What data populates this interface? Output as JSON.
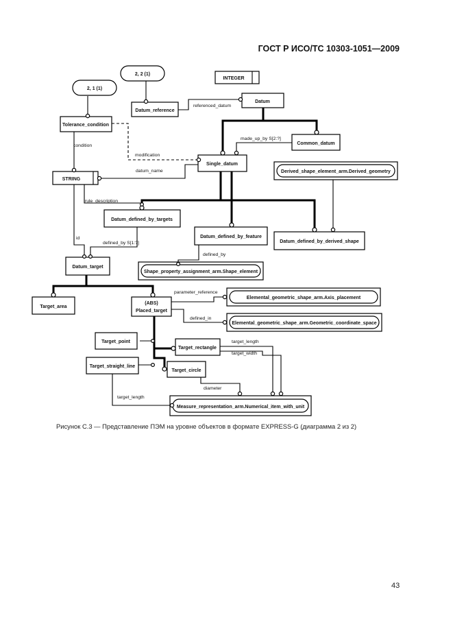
{
  "header": "ГОСТ Р ИСО/ТС 10303-1051—2009",
  "page_number": "43",
  "caption": "Рисунок С.3 — Представление ПЭМ на уровне объектов в формате EXPRESS-G (диаграмма 2 из 2)",
  "diagram": {
    "page_refs": {
      "ref_21": "2, 1 (1)",
      "ref_22": "2, 2 (1)"
    },
    "boxes": {
      "integer": "INTEGER",
      "datum_reference": "Datum_reference",
      "datum": "Datum",
      "tolerance_condition": "Tolerance_condition",
      "common_datum": "Common_datum",
      "single_datum": "Single_datum",
      "derived_shape_element": "Derived_shape_element_arm.Derived_geometry",
      "string": "STRING",
      "datum_defined_by_targets": "Datum_defined_by_targets",
      "datum_defined_by_feature": "Datum_defined_by_feature",
      "datum_defined_by_derived_shape": "Datum_defined_by_derived_shape",
      "shape_element": "Shape_property_assignment_arm.Shape_element",
      "datum_target": "Datum_target",
      "target_area": "Target_area",
      "placed_target_abs": "(ABS)",
      "placed_target": "Placed_target",
      "axis_placement": "Elemental_geometric_shape_arm.Axis_placement",
      "coordinate_space": "Elemental_geometric_shape_arm.Geometric_coordinate_space",
      "target_point": "Target_point",
      "target_rectangle": "Target_rectangle",
      "target_straight_line": "Target_straight_line",
      "target_circle": "Target_circle",
      "numerical_item": "Measure_representation_arm.Numerical_item_with_unit"
    },
    "labels": {
      "referenced_datum": "referenced_datum",
      "made_up_by": "made_up_by S[2:?]",
      "condition": "condition",
      "modification": "modification",
      "datum_name": "datum_name",
      "rule_description": "rule_description",
      "id": "id",
      "defined_by_s": "defined_by S[1:?]",
      "defined_by": "defined_by",
      "parameter_reference": "parameter_reference",
      "defined_in": "defined_in",
      "target_length": "target_length",
      "target_width": "target_width",
      "diameter": "diameter",
      "target_length_2": "target_length"
    }
  }
}
